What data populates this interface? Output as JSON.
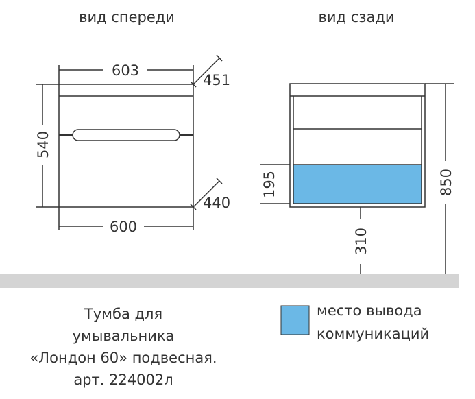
{
  "views": {
    "front_title": "вид спереди",
    "back_title": "вид сзади"
  },
  "dimensions": {
    "top_width": "603",
    "top_depth": "451",
    "height": "540",
    "bottom_depth": "440",
    "bottom_width": "600",
    "outlet_height": "195",
    "mount_height": "850",
    "outlet_from_floor": "310"
  },
  "caption": {
    "line1": "Тумба для",
    "line2": "умывальника",
    "line3": "«Лондон 60» подвесная.",
    "line4": "арт. 224002л"
  },
  "legend": {
    "line1": "место вывода",
    "line2": "коммуникаций",
    "color": "#6bb8e6"
  },
  "colors": {
    "floor": "#d4d4d4",
    "line": "#333333"
  }
}
